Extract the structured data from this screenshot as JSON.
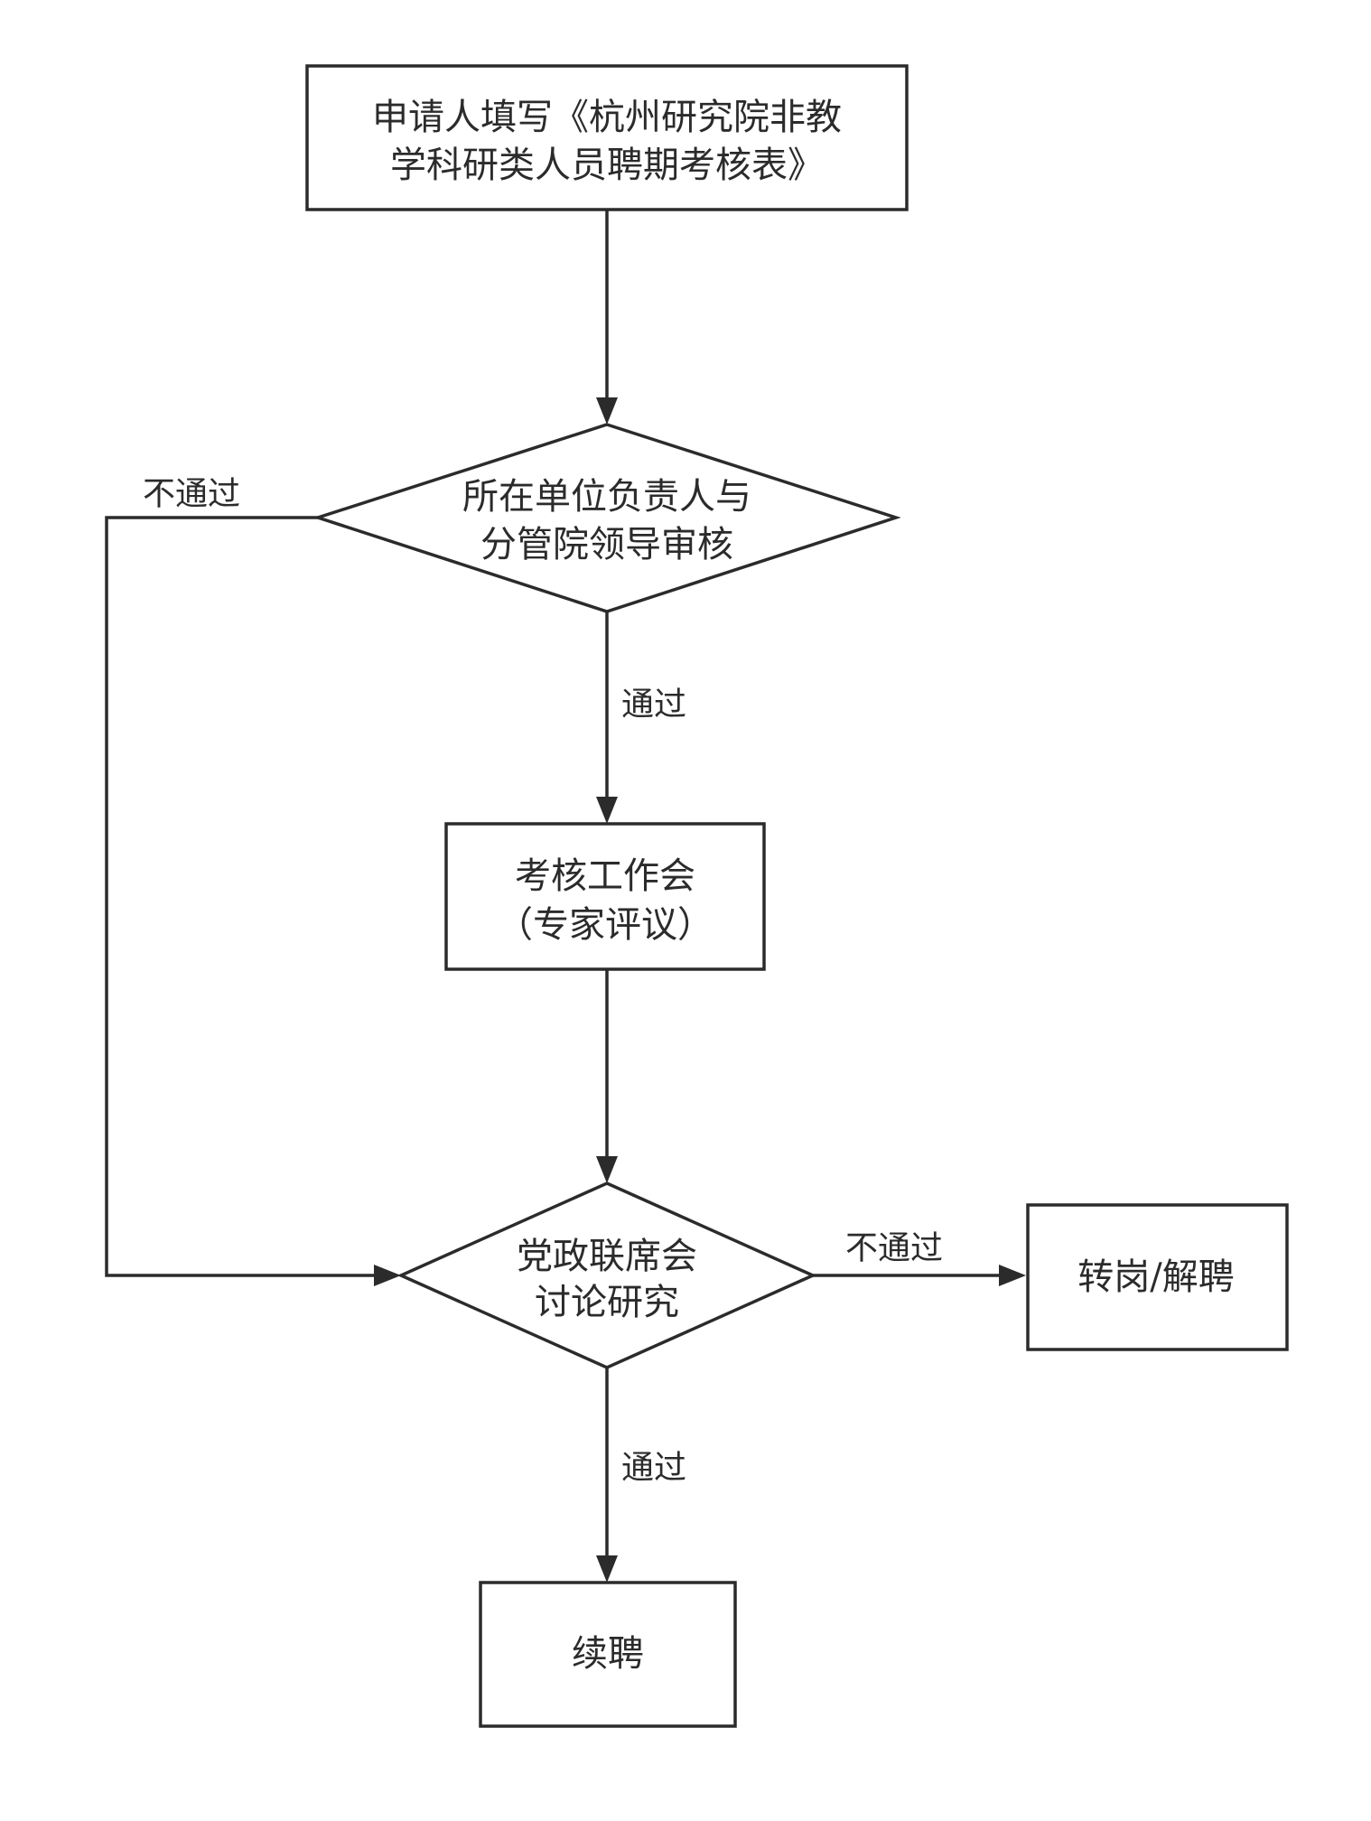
{
  "nodes": {
    "apply": {
      "line1": "申请人填写《杭州研究院非教",
      "line2": "学科研类人员聘期考核表》"
    },
    "unit_review": {
      "line1": "所在单位负责人与",
      "line2": "分管院领导审核"
    },
    "assessment_meeting": {
      "line1": "考核工作会",
      "line2": "（专家评议）"
    },
    "joint_meeting": {
      "line1": "党政联席会",
      "line2": "讨论研究"
    },
    "transfer": {
      "label": "转岗/解聘"
    },
    "renew": {
      "label": "续聘"
    }
  },
  "edges": {
    "unit_fail": "不通过",
    "unit_pass": "通过",
    "joint_fail": "不通过",
    "joint_pass": "通过"
  }
}
